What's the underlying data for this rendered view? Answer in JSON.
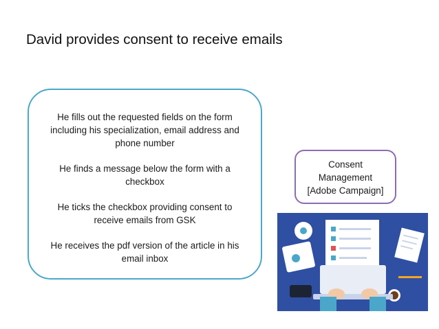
{
  "title": "David provides consent to receive emails",
  "steps": [
    "He fills out the requested fields on the form including his specialization, email address and phone number",
    "He finds a message below the form with a checkbox",
    "He ticks the checkbox providing consent to receive emails from GSK",
    "He receives the pdf version of the article in his email inbox"
  ],
  "consent_box": {
    "line1": "Consent",
    "line2": "Management",
    "line3": "[Adobe Campaign]"
  },
  "colors": {
    "steps_border": "#4aa7c9",
    "consent_border": "#8b6bb5",
    "illustration_bg": "#2f4fa3"
  }
}
